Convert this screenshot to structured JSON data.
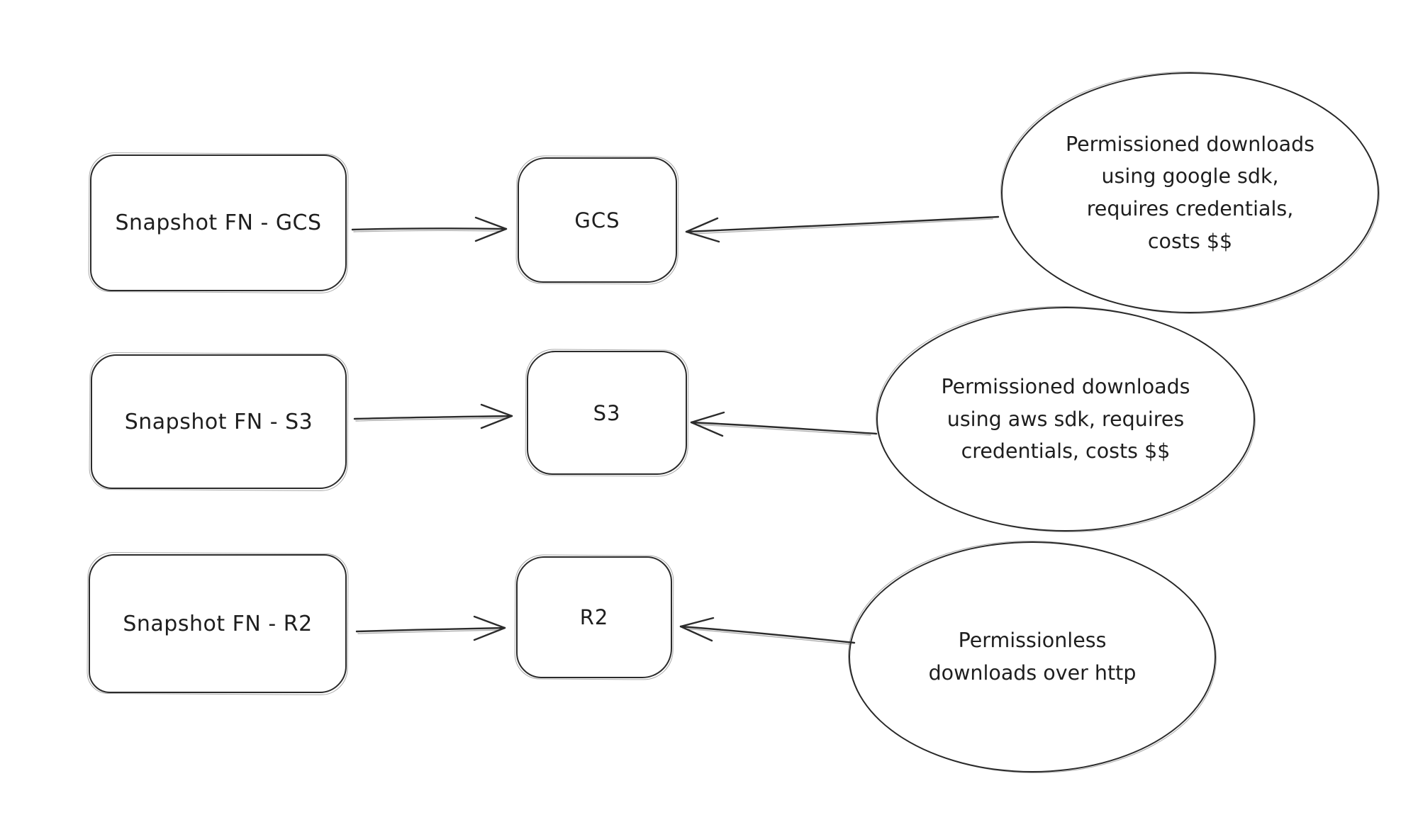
{
  "canvas": {
    "background": "#ffffff",
    "stroke_color": "#1e1e1e",
    "text_color": "#1e1e1e"
  },
  "rows": [
    {
      "source": {
        "label": "Snapshot FN - GCS"
      },
      "target": {
        "label": "GCS"
      },
      "note": {
        "text": "Permissioned downloads\nusing google sdk,\nrequires credentials,\ncosts $$"
      }
    },
    {
      "source": {
        "label": "Snapshot FN - S3"
      },
      "target": {
        "label": "S3"
      },
      "note": {
        "text": "Permissioned downloads\nusing aws sdk, requires\ncredentials, costs $$"
      }
    },
    {
      "source": {
        "label": "Snapshot FN - R2"
      },
      "target": {
        "label": "R2"
      },
      "note": {
        "text": "Permissionless\ndownloads over http"
      }
    }
  ]
}
